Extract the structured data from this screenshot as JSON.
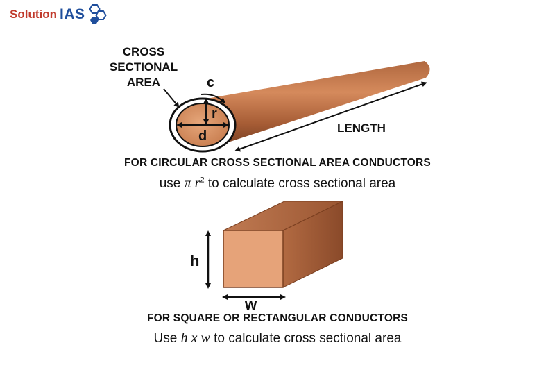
{
  "logo": {
    "part1": "Solution",
    "part2": "IAS"
  },
  "circular": {
    "cross_label_lines": [
      "CROSS",
      "SECTIONAL",
      "AREA"
    ],
    "c_label": "c",
    "r_label": "r",
    "d_label": "d",
    "length_label": "LENGTH",
    "caption": "FOR CIRCULAR CROSS SECTIONAL AREA CONDUCTORS",
    "formula_prefix": "use",
    "formula_math": "π r",
    "formula_sup": "2",
    "formula_suffix": "to calculate cross sectional area"
  },
  "rectangular": {
    "h_label": "h",
    "w_label": "w",
    "caption": "FOR SQUARE OR RECTANGULAR CONDUCTORS",
    "formula_prefix": "Use",
    "formula_math": "h x w",
    "formula_suffix": "to calculate cross sectional area"
  },
  "colors": {
    "copper_light": "#e8a57a",
    "copper_dark": "#8a4a2a",
    "logo_red": "#c0392b",
    "logo_blue": "#1f4e9c"
  }
}
